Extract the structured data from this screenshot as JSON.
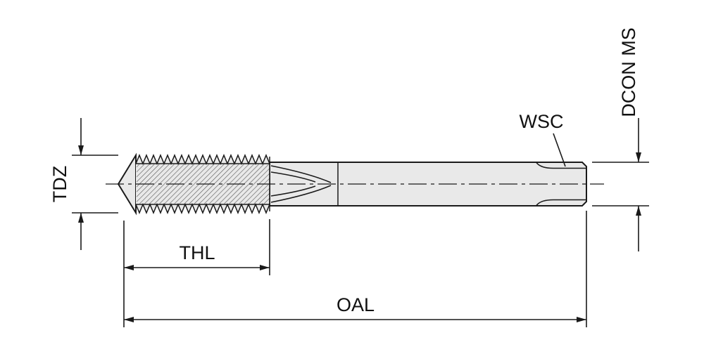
{
  "diagram": {
    "type": "technical-drawing",
    "subject": "straight-flute-tap-side-view",
    "labels": {
      "tdz": "TDZ",
      "thl": "THL",
      "oal": "OAL",
      "wsc": "WSC",
      "dcon_ms": "DCON MS"
    },
    "colors": {
      "outline": "#1a1a1a",
      "fill": "#e9e9e9",
      "hatch": "#555555",
      "background": "#ffffff",
      "text": "#111111"
    }
  }
}
